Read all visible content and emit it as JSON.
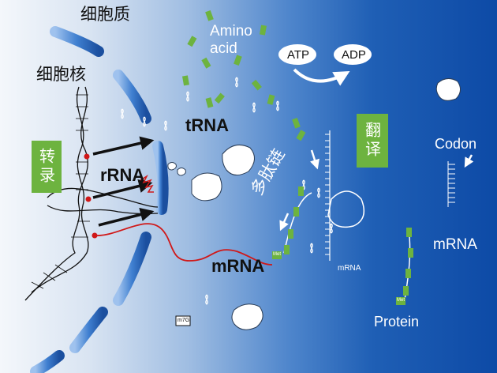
{
  "labels": {
    "cytoplasm": "细胞质",
    "nucleus": "细胞核",
    "transcription": "转录",
    "rrna": "rRNA",
    "trna": "tRNA",
    "mrna_left": "mRNA",
    "amino": "Amino",
    "acid": "acid",
    "atp": "ATP",
    "adp": "ADP",
    "translation": "翻译",
    "polypeptide": "多肽链",
    "mrna_small": "mRNA",
    "met_top": "Met",
    "met_bottom": "Met",
    "codon": "Codon",
    "mrna_right": "mRNA",
    "protein": "Protein",
    "cap": "m7G"
  },
  "colors": {
    "green": "#6db33f",
    "red_rna": "#d01818",
    "membrane_blue": "#3a6fbf",
    "arrow_black": "#111111"
  }
}
